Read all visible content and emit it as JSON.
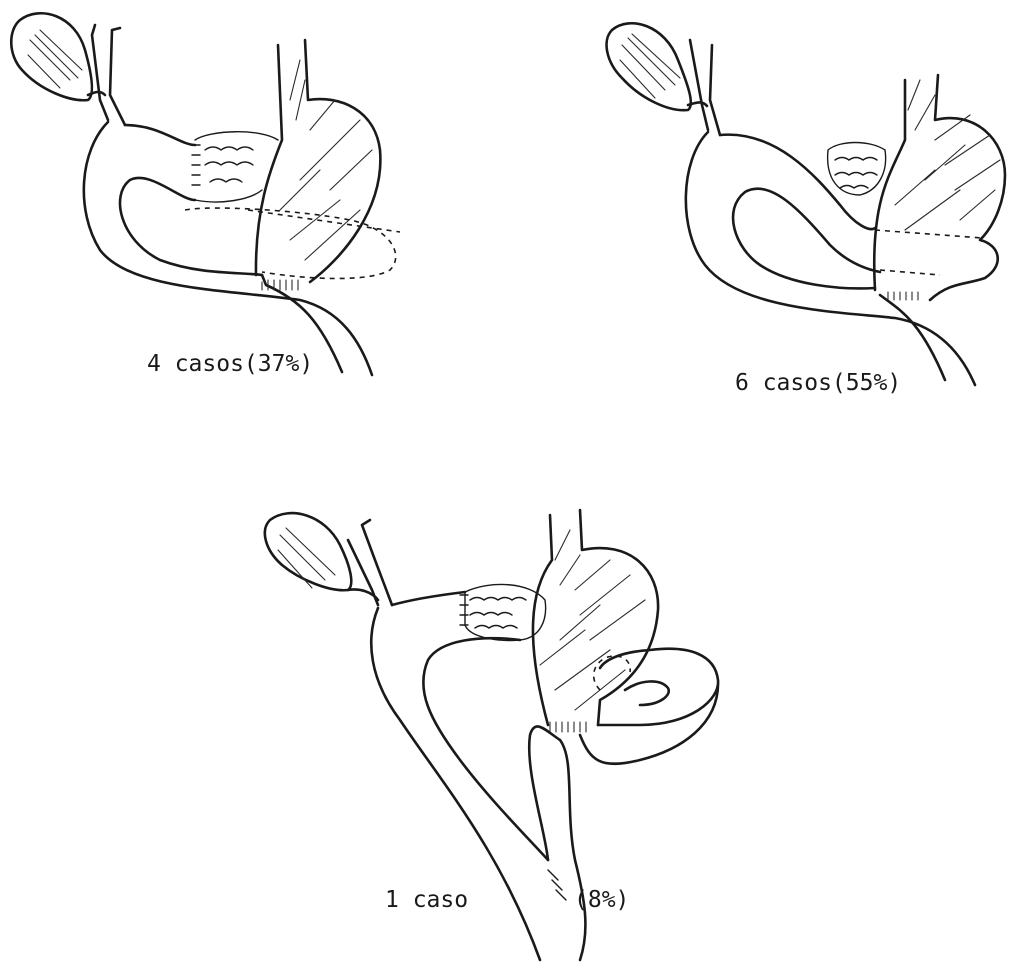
{
  "figures": [
    {
      "caption": "4 casos(37%)"
    },
    {
      "caption": "6 casos(55%)"
    },
    {
      "caption": "1 caso",
      "percent": "(8%)"
    }
  ]
}
